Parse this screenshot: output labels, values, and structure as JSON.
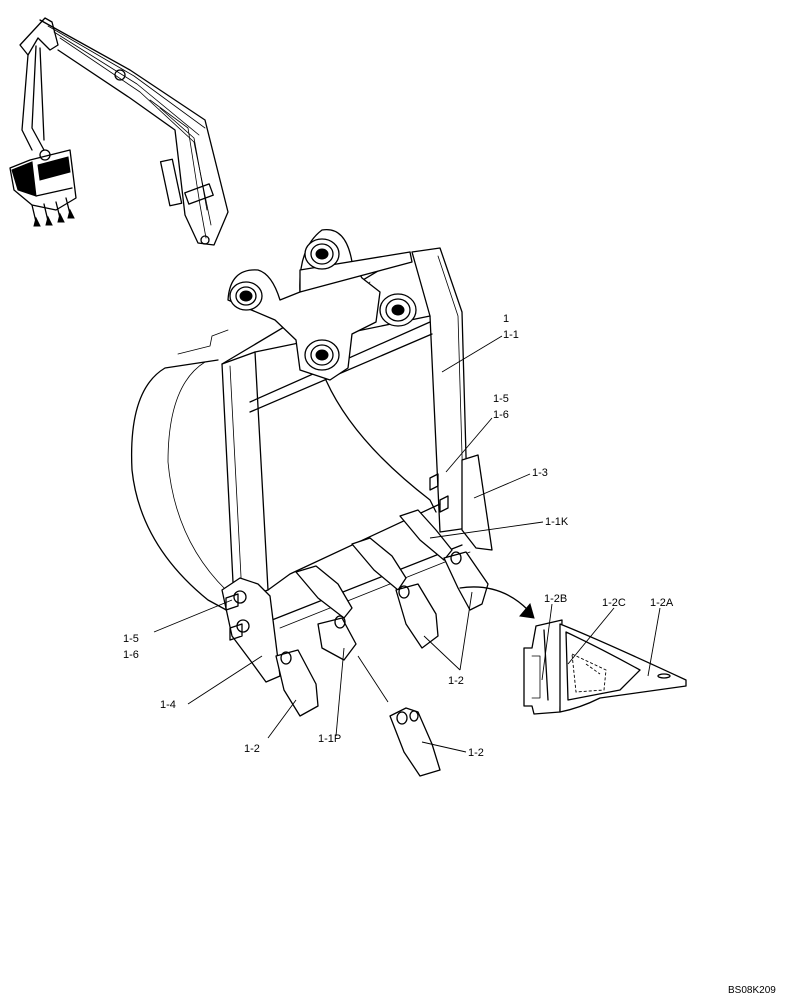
{
  "callouts": {
    "bucket": "1",
    "bucket_body": "1-1",
    "bolt_right": "1-5",
    "nut_right": "1-6",
    "side_cutter_right": "1-3",
    "edge": "1-1K",
    "bolt_left": "1-5",
    "nut_left": "1-6",
    "side_cutter_left": "1-4",
    "tooth_left": "1-2",
    "pin": "1-1P",
    "tooth_right": "1-2",
    "tooth_loose": "1-2",
    "adapter": "1-2B",
    "lock": "1-2C",
    "point": "1-2A"
  },
  "drawing_code": "BS08K209"
}
